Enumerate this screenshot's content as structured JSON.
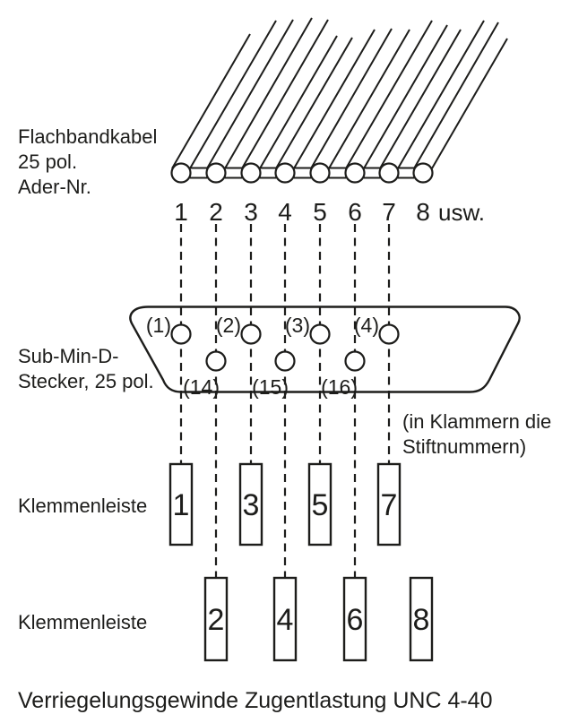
{
  "colors": {
    "ink": "#1d1d1b",
    "background": "#ffffff"
  },
  "cable_label": {
    "line1": "Flachbandkabel",
    "line2": "25 pol.",
    "line3": "Ader-Nr."
  },
  "wire_numbers": [
    "1",
    "2",
    "3",
    "4",
    "5",
    "6",
    "7",
    "8"
  ],
  "wire_numbers_suffix": "usw.",
  "connector_label": {
    "line1": "Sub-Min-D-",
    "line2": "Stecker, 25 pol."
  },
  "pin_labels": {
    "top": [
      "(1)",
      "(2)",
      "(3)",
      "(4)"
    ],
    "bottom": [
      "(14)",
      "(15)",
      "(16)"
    ]
  },
  "note": {
    "line1": "(in Klammern die",
    "line2": "Stiftnummern)"
  },
  "terminal_strip_label_1": "Klemmenleiste",
  "terminal_strip_label_2": "Klemmenleiste",
  "terminal_numbers": {
    "row1": [
      "1",
      "3",
      "5",
      "7"
    ],
    "row2": [
      "2",
      "4",
      "6",
      "8"
    ]
  },
  "footer": "Verriegelungsgewinde Zugentlastung UNC 4-40"
}
